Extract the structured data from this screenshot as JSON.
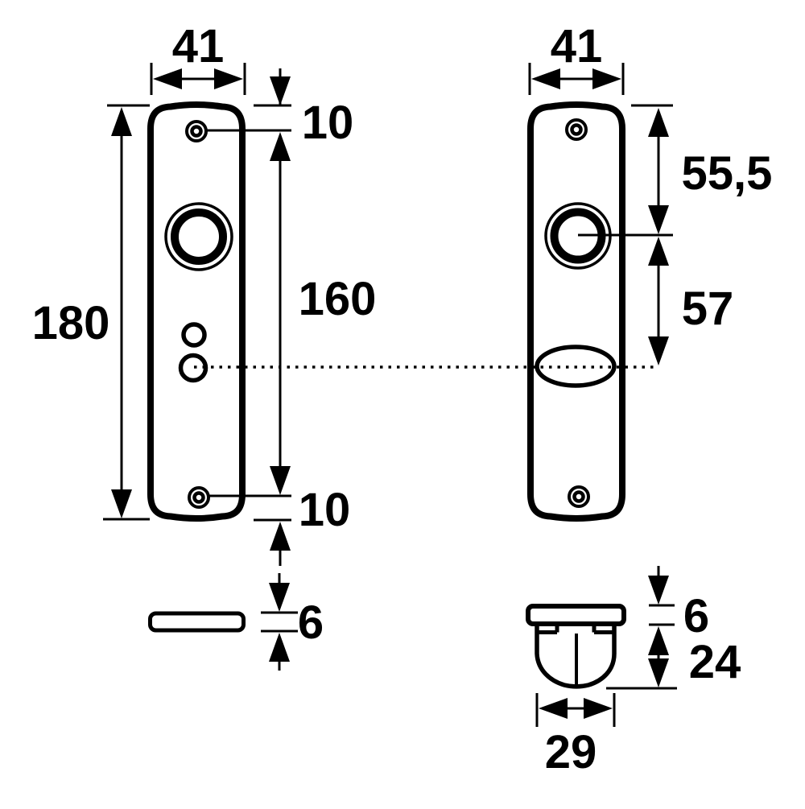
{
  "colors": {
    "line": "#000000",
    "background": "#ffffff"
  },
  "dims": {
    "left_plate_width": "41",
    "right_plate_width": "41",
    "top_hole_offset": "10",
    "plate_height": "180",
    "screw_hole_distance": "160",
    "bottom_hole_offset": "10",
    "handle_center_from_top": "55,5",
    "handle_to_keyhole": "57",
    "plate_thickness": "6",
    "knob_plate_thickness": "6",
    "knob_height": "24",
    "knob_width": "29"
  }
}
